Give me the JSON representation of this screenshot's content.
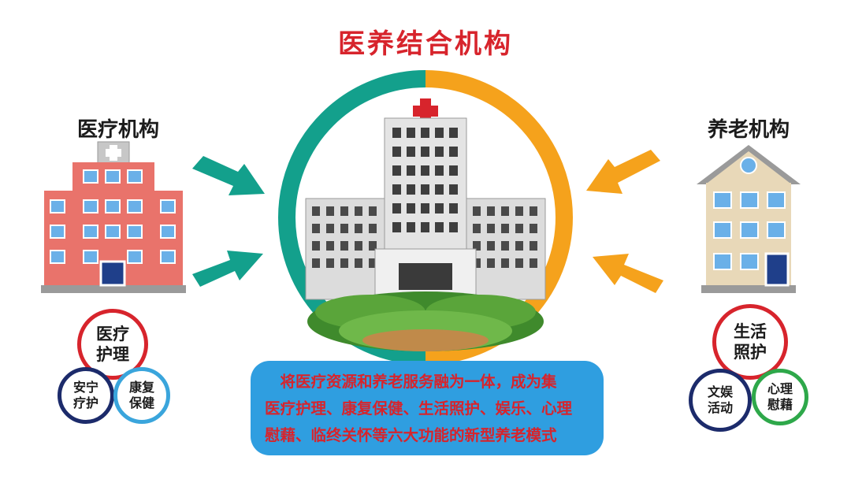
{
  "title": "医养结合机构",
  "left": {
    "label": "医疗机构",
    "circles": [
      {
        "line1": "医疗",
        "line2": "护理"
      },
      {
        "line1": "安宁",
        "line2": "疗护"
      },
      {
        "line1": "康复",
        "line2": "保健"
      }
    ]
  },
  "right": {
    "label": "养老机构",
    "circles": [
      {
        "line1": "生活",
        "line2": "照护"
      },
      {
        "line1": "文娱",
        "line2": "活动"
      },
      {
        "line1": "心理",
        "line2": "慰藉"
      }
    ]
  },
  "description": {
    "lines": [
      "　将医疗资源和养老服务融为一体，成为集",
      "医疗护理、康复保健、生活照护、娱乐、心理",
      "慰藉、临终关怀等六大功能的新型养老模式"
    ]
  },
  "colors": {
    "title_red": "#d7242c",
    "teal": "#13a08c",
    "orange": "#f5a21c",
    "hospital_red": "#e9736b",
    "nursing_beige": "#e8d8b8",
    "blue_box": "#2f9ee0",
    "navy": "#1c2b6b",
    "sky": "#3aa5dc",
    "green_ring": "#2ea84a"
  }
}
